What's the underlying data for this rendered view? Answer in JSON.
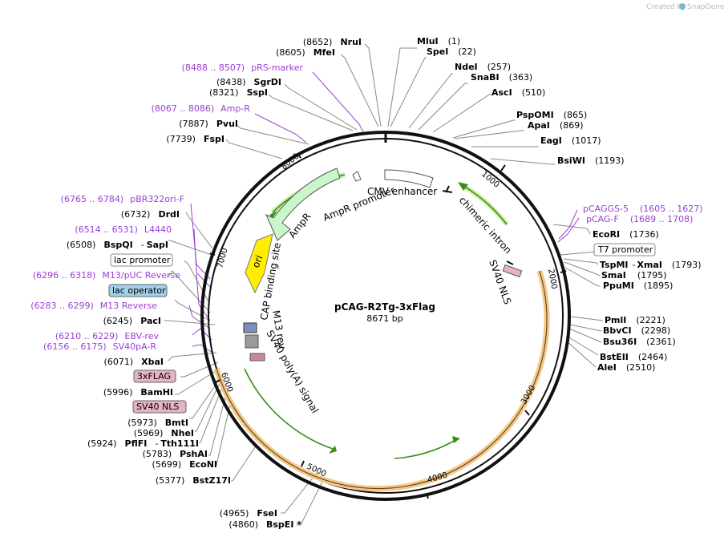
{
  "brand": {
    "prefix": "Created by",
    "name": "SnapGene"
  },
  "plasmid": {
    "name": "pCAG-R2Tg-3xFlag",
    "length": "8671 bp"
  },
  "ticks": [
    "1000",
    "2000",
    "3000",
    "4000",
    "5000",
    "6000",
    "7000",
    "8000"
  ],
  "sites_right": [
    {
      "name": "MluI",
      "pos": "(1)"
    },
    {
      "name": "SpeI",
      "pos": "(22)"
    },
    {
      "name": "NdeI",
      "pos": "(257)"
    },
    {
      "name": "SnaBI",
      "pos": "(363)"
    },
    {
      "name": "AscI",
      "pos": "(510)"
    },
    {
      "name": "PspOMI",
      "pos": "(865)"
    },
    {
      "name": "ApaI",
      "pos": "(869)"
    },
    {
      "name": "EagI",
      "pos": "(1017)"
    },
    {
      "name": "BsiWI",
      "pos": "(1193)"
    },
    {
      "name": "EcoRI",
      "pos": "(1736)"
    },
    {
      "name": "TspMI",
      "sep": "-",
      "name2": "XmaI",
      "pos": "(1793)"
    },
    {
      "name": "SmaI",
      "pos": "(1795)"
    },
    {
      "name": "PpuMI",
      "pos": "(1895)"
    },
    {
      "name": "PmlI",
      "pos": "(2221)"
    },
    {
      "name": "BbvCI",
      "pos": "(2298)"
    },
    {
      "name": "Bsu36I",
      "pos": "(2361)"
    },
    {
      "name": "BstEII",
      "pos": "(2464)"
    },
    {
      "name": "AleI",
      "pos": "(2510)"
    }
  ],
  "primers_right": [
    {
      "name": "pCAGGS-5",
      "range": "(1605 .. 1627)"
    },
    {
      "name": "pCAG-F",
      "range": "(1689 .. 1708)"
    }
  ],
  "sites_left": [
    {
      "pos": "(8652)",
      "name": "NruI"
    },
    {
      "pos": "(8605)",
      "name": "MfeI"
    },
    {
      "pos": "(8438)",
      "name": "SgrDI"
    },
    {
      "pos": "(8321)",
      "name": "SspI"
    },
    {
      "pos": "(7887)",
      "name": "PvuI"
    },
    {
      "pos": "(7739)",
      "name": "FspI"
    },
    {
      "pos": "(6732)",
      "name": "DrdI"
    },
    {
      "pos": "(6508)",
      "name": "BspQI",
      "sep": "-",
      "name2": "SapI"
    },
    {
      "pos": "(6245)",
      "name": "PacI"
    },
    {
      "pos": "(6071)",
      "name": "XbaI"
    },
    {
      "pos": "(5996)",
      "name": "BamHI"
    },
    {
      "pos": "(5973)",
      "name": "BmtI"
    },
    {
      "pos": "(5969)",
      "name": "NheI"
    },
    {
      "pos": "(5924)",
      "name": "PflFI",
      "sep": "-",
      "name2": "Tth111I"
    },
    {
      "pos": "(5783)",
      "name": "PshAI"
    },
    {
      "pos": "(5699)",
      "name": "EcoNI"
    },
    {
      "pos": "(5377)",
      "name": "BstZ17I"
    },
    {
      "pos": "(4965)",
      "name": "FseI"
    },
    {
      "pos": "(4860)",
      "name": "BspEI *"
    }
  ],
  "primers_left": [
    {
      "range": "(8488 .. 8507)",
      "name": "pRS-marker"
    },
    {
      "range": "(8067 .. 8086)",
      "name": "Amp-R"
    },
    {
      "range": "(6765 .. 6784)",
      "name": "pBR322ori-F"
    },
    {
      "range": "(6514 .. 6531)",
      "name": "L4440"
    },
    {
      "range": "(6296 .. 6318)",
      "name": "M13/pUC Reverse"
    },
    {
      "range": "(6283 .. 6299)",
      "name": "M13 Reverse"
    },
    {
      "range": "(6210 .. 6229)",
      "name": "EBV-rev"
    },
    {
      "range": "(6156 .. 6175)",
      "name": "SV40pA-R"
    }
  ],
  "boxed": {
    "lac_promoter": "lac promoter",
    "lac_operator": "lac operator",
    "t7_promoter": "T7 promoter",
    "flag": "3xFLAG",
    "sv40_nls": "SV40 NLS"
  },
  "features": {
    "cmv": "CMV enhancer",
    "chimeric": "chimeric intron",
    "sv40nls": "SV40 NLS",
    "ampr": "AmpR",
    "amprp": "AmpR promoter",
    "ori": "ori",
    "cap": "CAP binding site",
    "m13rev": "M13 rev",
    "sv40pa": "SV40 poly(A) signal"
  },
  "colors": {
    "primer": "#9b3fd1",
    "orf": "#f3c98d",
    "arrow": "#3b8c1a",
    "ampr": "#c9f7c9",
    "ori": "#ffee00",
    "operator": "#9fd0e8",
    "flag": "#e4b4c4"
  }
}
